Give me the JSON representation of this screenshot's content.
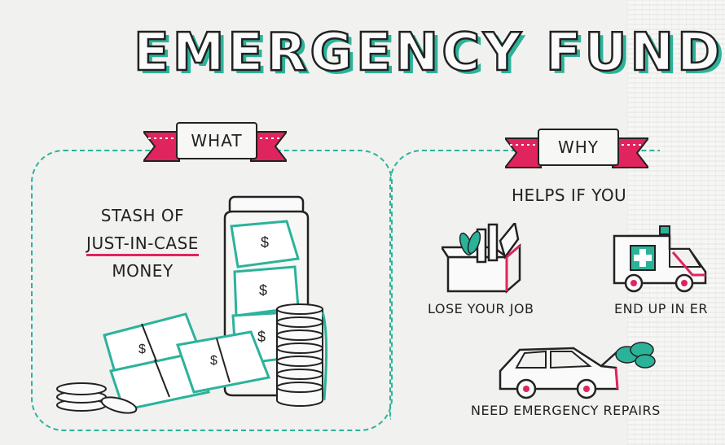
{
  "title": "EMERGENCY FUND",
  "what": {
    "label": "WHAT",
    "line1": "STASH OF",
    "line2": "JUST-IN-CASE",
    "line3": "MONEY"
  },
  "why": {
    "label": "WHY",
    "intro": "HELPS IF YOU",
    "items": [
      "LOSE YOUR JOB",
      "END UP IN ER",
      "NEED EMERGENCY REPAIRS"
    ]
  },
  "colors": {
    "teal": "#2bb39a",
    "pink": "#e0245e",
    "ink": "#222222"
  },
  "icons": [
    "money-jar-icon",
    "coin-stack-icon",
    "cash-bundle-icon",
    "moving-box-icon",
    "ambulance-icon",
    "broken-car-icon"
  ]
}
